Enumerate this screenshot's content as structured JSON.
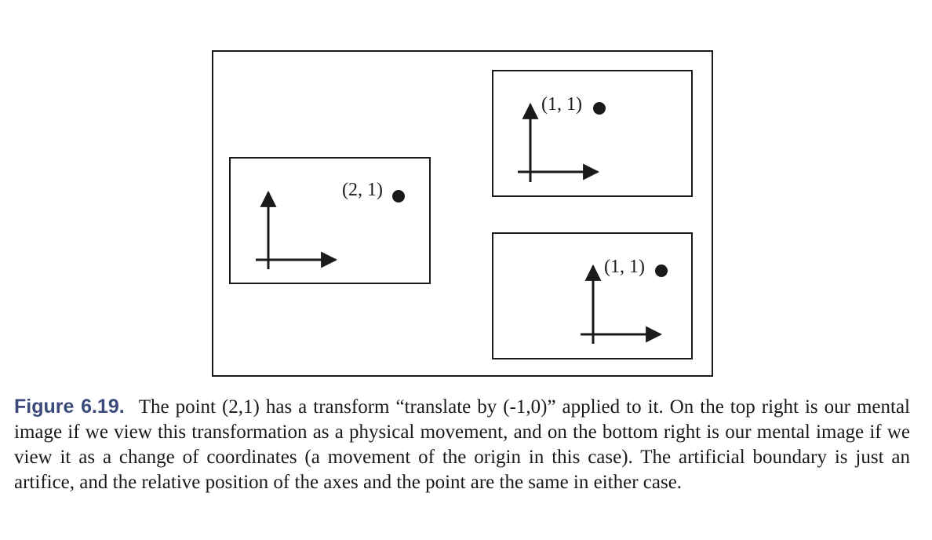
{
  "figure": {
    "panels": [
      {
        "id": "original",
        "point_label": "(2, 1)"
      },
      {
        "id": "physical-movement",
        "point_label": "(1, 1)"
      },
      {
        "id": "change-of-coordinates",
        "point_label": "(1, 1)"
      }
    ]
  },
  "caption": {
    "label": "Figure 6.19.",
    "text": "The point (2,1) has a transform “translate by (-1,0)” applied to it. On the top right is our mental image if we view this transformation as a physical movement, and on the bottom right is our mental image if we view it as a change of coordinates (a movement of the origin in this case). The artificial boundary is just an artifice, and the relative position of the axes and the point are the same in either case."
  },
  "colors": {
    "ink": "#1a1a1a",
    "caption_label": "#3b4a7a"
  }
}
